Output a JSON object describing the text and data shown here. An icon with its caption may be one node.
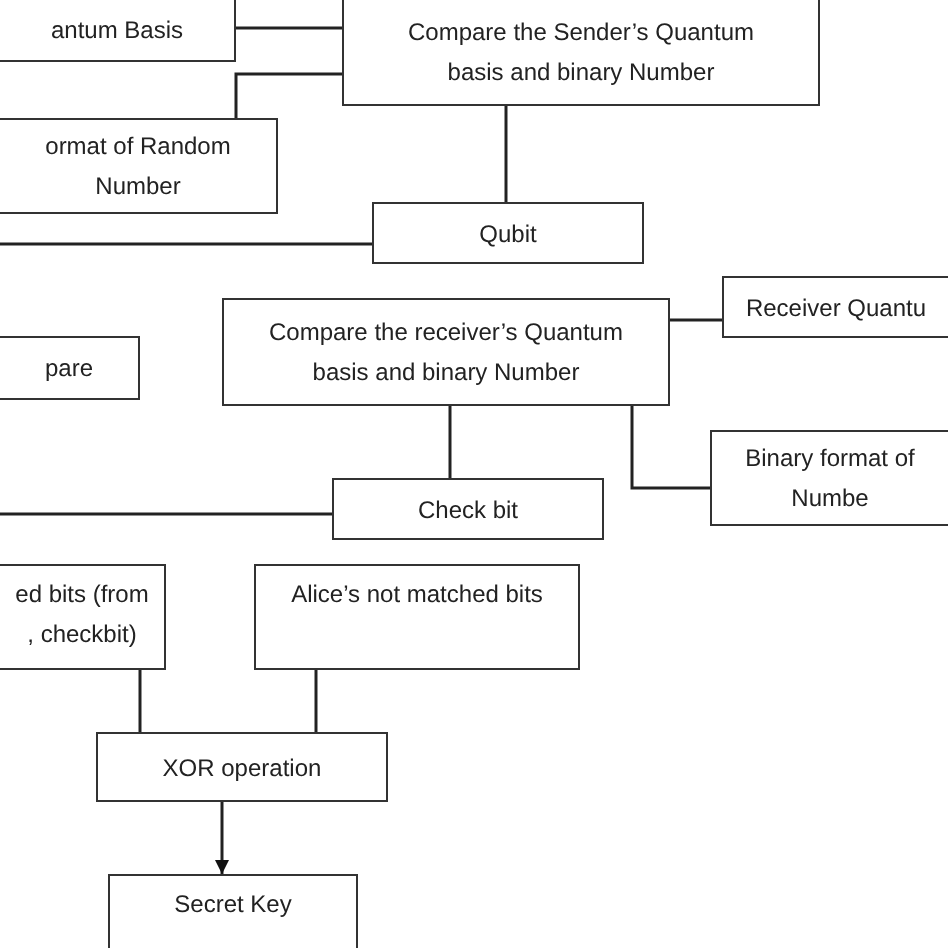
{
  "diagram": {
    "nodes": [
      {
        "text": [
          "antum Basis"
        ]
      },
      {
        "text": [
          "Compare the Sender’s Quantum basis and binary Number"
        ]
      },
      {
        "text": [
          "ormat of Random Number"
        ]
      },
      {
        "text": [
          "Qubit"
        ]
      },
      {
        "text": [
          "pare"
        ]
      },
      {
        "text": [
          "Compare the receiver’s Quantum basis and binary Number"
        ]
      },
      {
        "text": [
          "Receiver Quantu"
        ]
      },
      {
        "text": [
          "Binary format of Numbe"
        ]
      },
      {
        "text": [
          "Check bit"
        ]
      },
      {
        "text": [
          "ed bits (from , checkbit)"
        ]
      },
      {
        "text": [
          "Alice’s not matched bits"
        ]
      },
      {
        "text": [
          "XOR operation"
        ]
      },
      {
        "text": [
          "Secret Key"
        ]
      }
    ],
    "edges": [
      {
        "from": 0,
        "to": 1,
        "arrow": "none"
      },
      {
        "from": 2,
        "to": 1,
        "arrow": "none"
      },
      {
        "from": 1,
        "to": 3,
        "arrow": "none"
      },
      {
        "from": null,
        "to": 3,
        "arrow": "none"
      },
      {
        "from": 5,
        "to": 6,
        "arrow": "none"
      },
      {
        "from": 5,
        "to": 7,
        "arrow": "none"
      },
      {
        "from": 5,
        "to": 8,
        "arrow": "none"
      },
      {
        "from": null,
        "to": 8,
        "arrow": "none"
      },
      {
        "from": 9,
        "to": 11,
        "arrow": "none"
      },
      {
        "from": 10,
        "to": 11,
        "arrow": "none"
      },
      {
        "from": 11,
        "to": 12,
        "arrow": "to"
      }
    ]
  }
}
